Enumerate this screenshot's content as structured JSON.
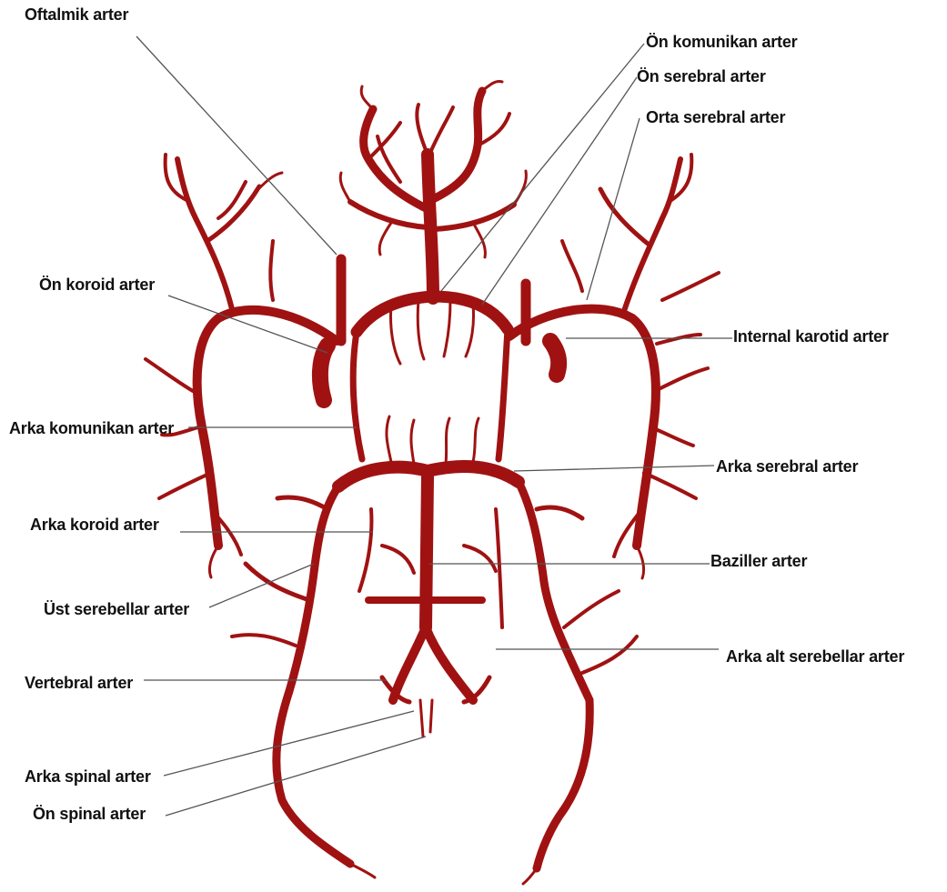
{
  "labels": {
    "oftalmik": "Oftalmik arter",
    "on_komunikan": "Ön komunikan arter",
    "on_serebral": "Ön serebral arter",
    "orta_serebral": "Orta serebral arter",
    "on_koroid": "Ön koroid arter",
    "internal_karotid": "Internal karotid arter",
    "arka_komunikan": "Arka komunikan arter",
    "arka_serebral": "Arka serebral arter",
    "arka_koroid": "Arka koroid arter",
    "baziller": "Baziller arter",
    "ust_serebellar": "Üst serebellar arter",
    "arka_alt_serebellar": "Arka alt serebellar arter",
    "vertebral": "Vertebral arter",
    "arka_spinal": "Arka spinal arter",
    "on_spinal": "Ön spinal arter"
  },
  "colors": {
    "artery": "#a01212",
    "leader_line": "#555555",
    "label_text": "#111111",
    "background": "#ffffff"
  }
}
